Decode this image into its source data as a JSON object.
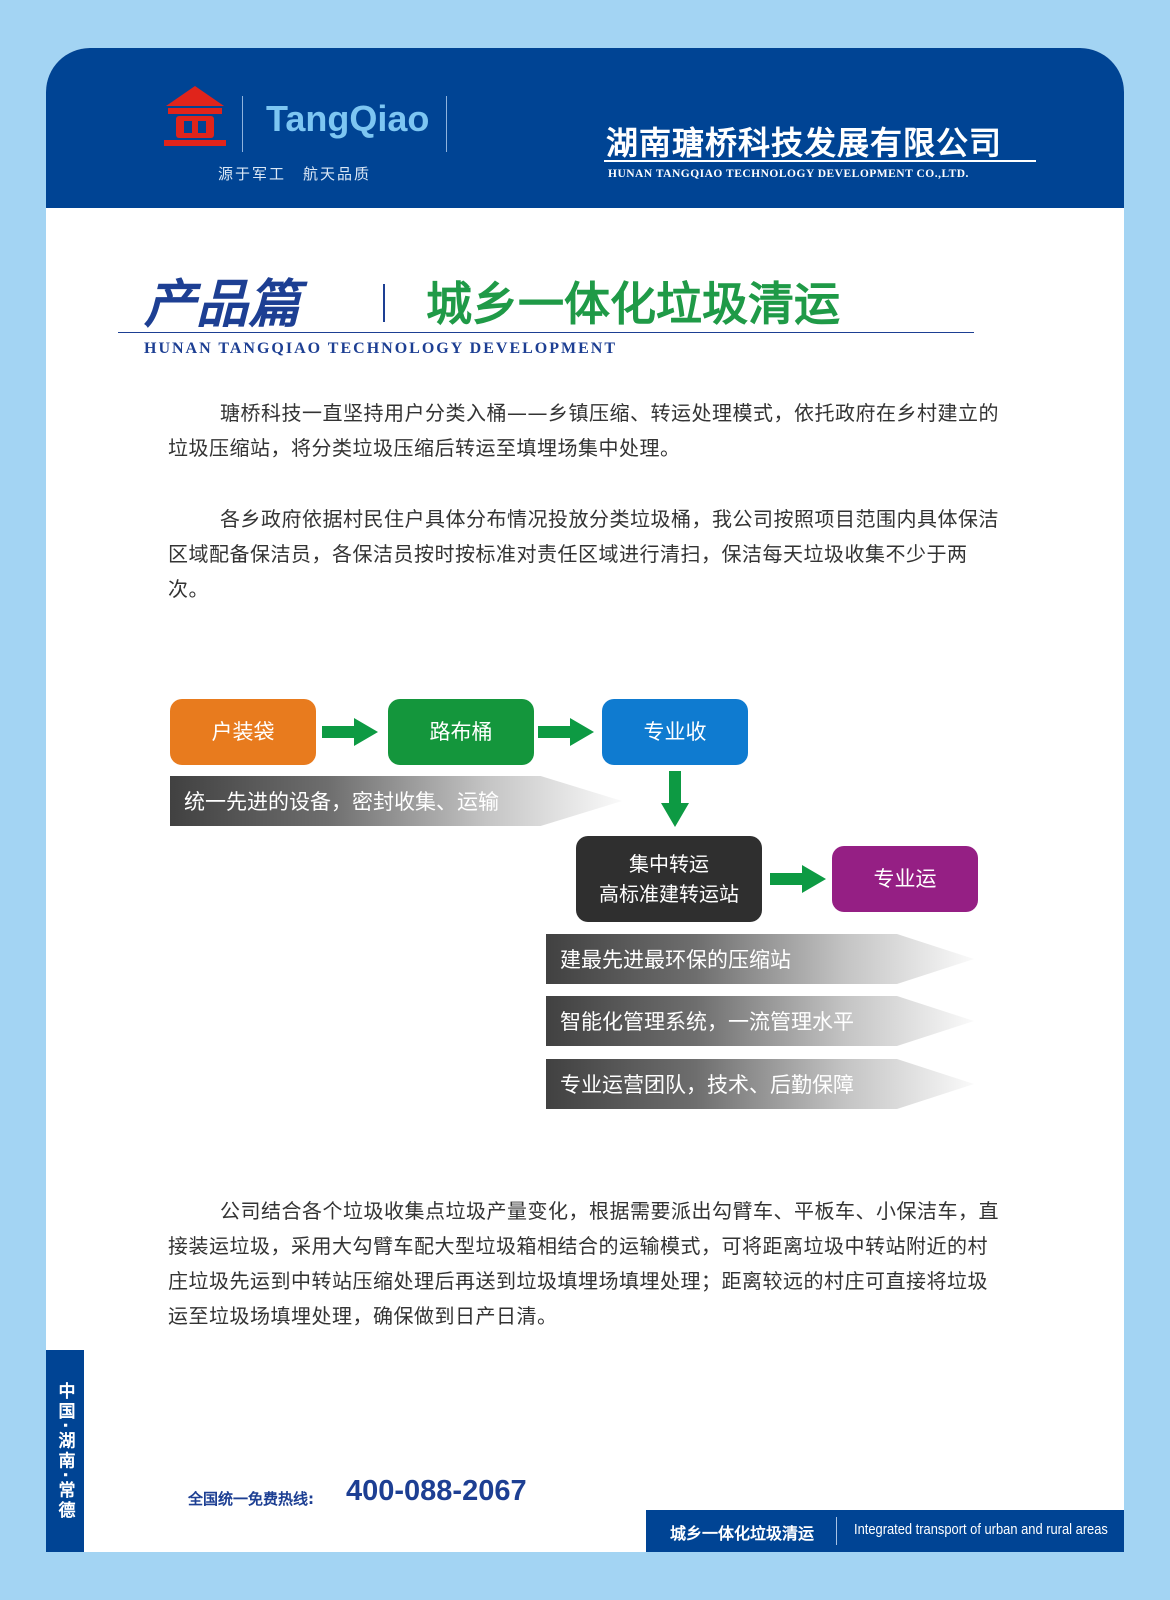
{
  "header": {
    "brand": "TangQiao",
    "slogan": "源于军工　航天品质",
    "company_cn": "湖南瑭桥科技发展有限公司",
    "company_en": "HUNAN TANGQIAO TECHNOLOGY DEVELOPMENT CO.,LTD."
  },
  "section": {
    "title": "产品篇",
    "subtitle": "城乡一体化垃圾清运",
    "english": "HUNAN TANGQIAO TECHNOLOGY DEVELOPMENT"
  },
  "paragraphs": [
    "瑭桥科技一直坚持用户分类入桶——乡镇压缩、转运处理模式，依托政府在乡村建立的垃圾压缩站，将分类垃圾压缩后转运至填埋场集中处理。",
    "各乡政府依据村民住户具体分布情况投放分类垃圾桶，我公司按照项目范围内具体保洁区域配备保洁员，各保洁员按时按标准对责任区域进行清扫，保洁每天垃圾收集不少于两次。",
    "公司结合各个垃圾收集点垃圾产量变化，根据需要派出勾臂车、平板车、小保洁车，直接装运垃圾，采用大勾臂车配大型垃圾箱相结合的运输模式，可将距离垃圾中转站附近的村庄垃圾先运到中转站压缩处理后再送到垃圾填埋场填埋处理；距离较远的村庄可直接将垃圾运至垃圾场填埋处理，确保做到日产日清。"
  ],
  "flow": {
    "step1": "户装袋",
    "step2": "路布桶",
    "step3": "专业收",
    "step4_line1": "集中转运",
    "step4_line2": "高标准建转运站",
    "step5": "专业运",
    "banner1": "统一先进的设备，密封收集、运输",
    "banner2": "建最先进最环保的压缩站",
    "banner3": "智能化管理系统，一流管理水平",
    "banner4": "专业运营团队，技术、后勤保障"
  },
  "colors": {
    "header_blue": "#004494",
    "orange": "#e87b1e",
    "green": "#14963c",
    "blue": "#0f7bd0",
    "dark": "#2f2f2f",
    "purple": "#951f84",
    "arrow_green": "#0d9a43"
  },
  "footer": {
    "side_tag": "中国·湖南·常德",
    "hotline_label": "全国统一免费热线:",
    "hotline_number": "400-088-2067",
    "bar_cn": "城乡一体化垃圾清运",
    "bar_en": "Integrated transport of urban and rural areas"
  }
}
